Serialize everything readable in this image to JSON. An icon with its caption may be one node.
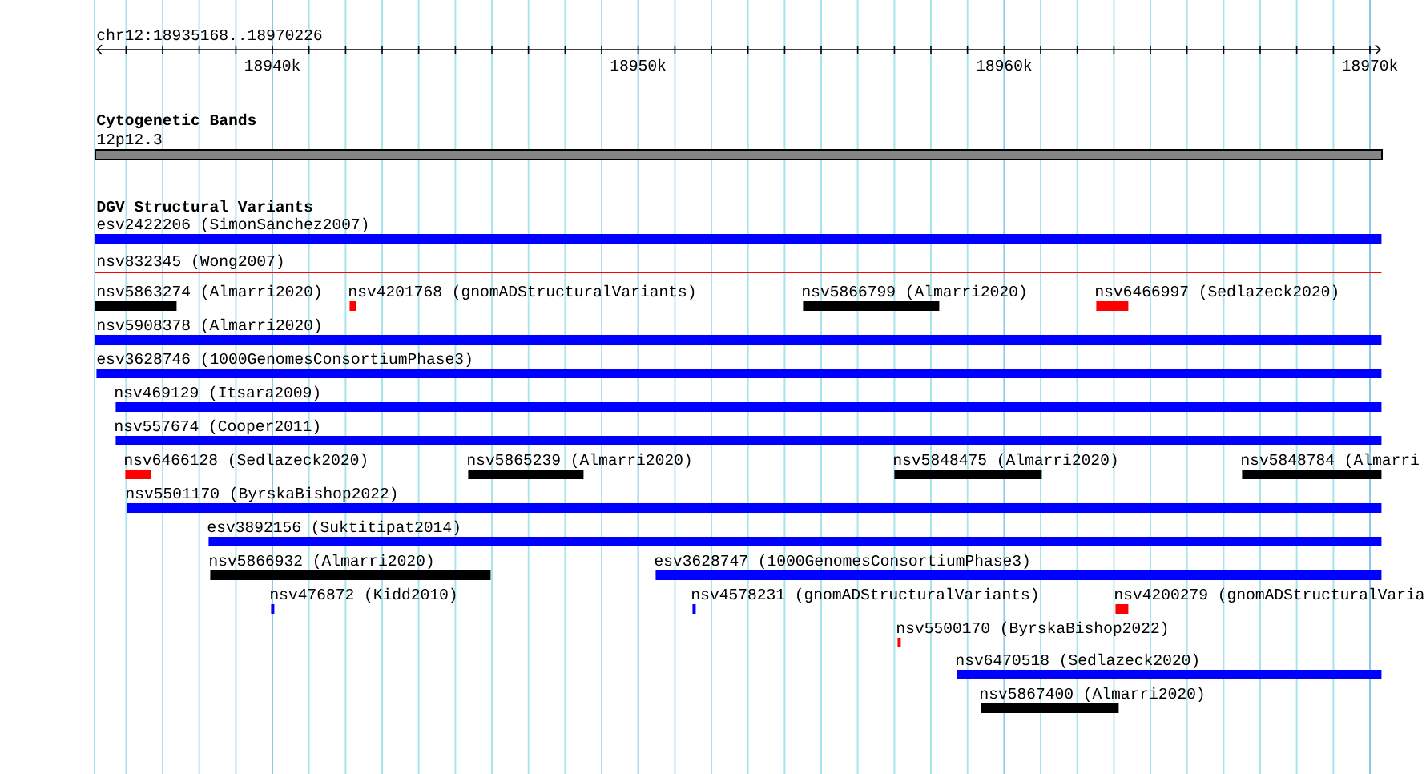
{
  "diagram": {
    "nodes": [
      {
        "text": [
          "12p12.3"
        ]
      },
      {
        "text": [
          "esv2422206 (SimonSanchez2007)"
        ]
      },
      {
        "text": [
          "nsv832345 (Wong2007)"
        ]
      },
      {
        "text": [
          "nsv5863274 (Almarri2020)"
        ]
      },
      {
        "text": [
          "nsv4201768 (gnomADStructuralVariants)"
        ]
      },
      {
        "text": [
          "nsv5866799 (Almarri2020)"
        ]
      },
      {
        "text": [
          "nsv6466997 (Sedlazeck2020)"
        ]
      },
      {
        "text": [
          "nsv5908378 (Almarri2020)"
        ]
      },
      {
        "text": [
          "esv3628746 (1000GenomesConsortiumPhase3)"
        ]
      },
      {
        "text": [
          "nsv469129 (Itsara2009)"
        ]
      },
      {
        "text": [
          "nsv557674 (Cooper2011)"
        ]
      },
      {
        "text": [
          "nsv6466128 (Sedlazeck2020)"
        ]
      },
      {
        "text": [
          "nsv5865239 (Almarri2020)"
        ]
      },
      {
        "text": [
          "nsv5848475 (Almarri2020)"
        ]
      },
      {
        "text": [
          "nsv5848784 (Almarri"
        ]
      },
      {
        "text": [
          "nsv5501170 (ByrskaBishop2022)"
        ]
      },
      {
        "text": [
          "esv3892156 (Suktitipat2014)"
        ]
      },
      {
        "text": [
          "nsv5866932 (Almarri2020)"
        ]
      },
      {
        "text": [
          "esv3628747 (1000GenomesConsortiumPhase3)"
        ]
      },
      {
        "text": [
          "nsv476872 (Kidd2010)"
        ]
      },
      {
        "text": [
          "nsv4578231 (gnomADStructuralVariants)"
        ]
      },
      {
        "text": [
          "nsv4200279 (gnomADStructuralVaria"
        ]
      },
      {
        "text": [
          "nsv5500170 (ByrskaBishop2022)"
        ]
      },
      {
        "text": [
          "nsv6470518 (Sedlazeck2020)"
        ]
      },
      {
        "text": [
          "nsv5867400 (Almarri2020)"
        ]
      }
    ],
    "labels": [
      "chr12:18935168..18970226",
      "18940k",
      "18950k",
      "18960k",
      "18970k",
      "Cytogenetic Bands",
      "DGV Structural Variants"
    ]
  }
}
